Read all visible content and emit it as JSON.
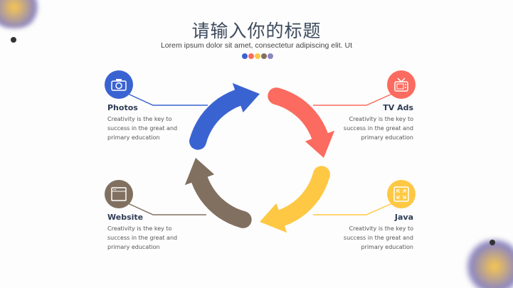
{
  "title": "请输入你的标题",
  "subtitle": "Lorem ipsum dolor sit amet, consectetur adipiscing elit. Ut",
  "colors": {
    "blue": "#3a63d2",
    "red": "#fb6b5f",
    "yellow": "#fec844",
    "brown": "#817060",
    "purple": "#8c86c0"
  },
  "items": [
    {
      "title": "Photos",
      "text": "Creativity is the key to success in the great and primary education",
      "icon": "camera-icon"
    },
    {
      "title": "TV Ads",
      "text": "Creativity is the key to success in the great and primary education",
      "icon": "tv-icon"
    },
    {
      "title": "Website",
      "text": "Creativity is the key to success in the great and primary education",
      "icon": "browser-window-icon"
    },
    {
      "title": "Java",
      "text": "Creativity is the key to success in the great and primary education",
      "icon": "expand-icon"
    }
  ]
}
